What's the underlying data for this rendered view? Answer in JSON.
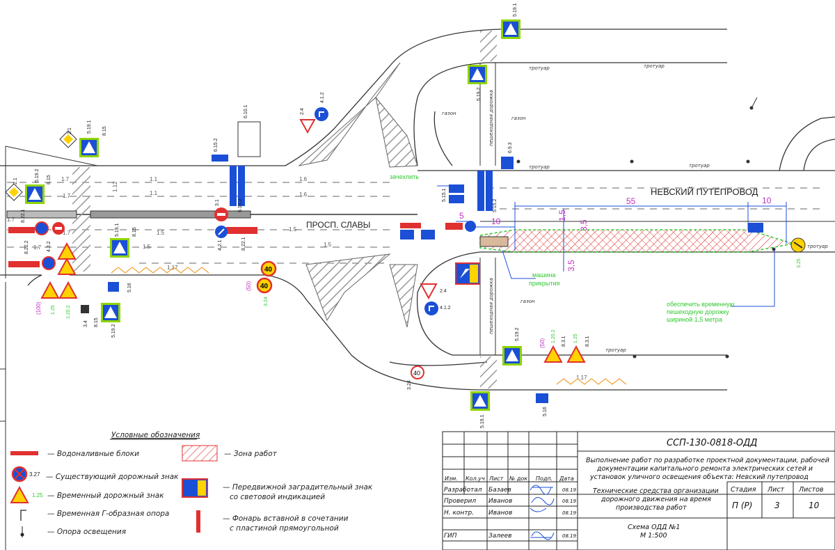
{
  "colors": {
    "accent_blue": "#1a4fd6",
    "sign_yellow": "#ffd200",
    "sign_green": "#8fd400",
    "work_red": "#e03030",
    "magenta": "#c030c0",
    "green_note": "#32c832"
  },
  "streets": {
    "nevsky": "НЕВСКИЙ  ПУТЕПРОВОД",
    "slavy": "ПРОСП. СЛАВЫ"
  },
  "areas": {
    "trotuar": "тротуар",
    "gazon": "газон",
    "ped_path": "пешеходная дорожка"
  },
  "lane_marks": [
    "1.7",
    "1.12",
    "1.1",
    "1.6",
    "1.5",
    "1.17",
    "1.7",
    "1.7"
  ],
  "dims": {
    "d55": "55",
    "d10a": "10",
    "d10b": "10",
    "d5": "5",
    "d1_5": "1,5",
    "d3_5a": "3,5",
    "d3_5b": "3,5"
  },
  "annotations": {
    "zachezhit": "зачехлить",
    "machine_l1": "машина",
    "machine_l2": "прикрытия",
    "path_l1": "обеспечить временную",
    "path_l2": "пешеходную дорожку",
    "path_l3": "шириной 1,5 метра"
  },
  "sign_labels": {
    "s_2_1": "2.1",
    "s_5_19_1": "5.19.1",
    "s_5_19_2": "5.19.2",
    "s_8_15": "8.15",
    "s_8_22_1": "8.22.1",
    "s_8_22_2": "8.22.2",
    "s_4_2_2": "4.2.2",
    "s_4_2_1": "4.2.1",
    "s_3_1": "3.1",
    "s_6_15_2": "6.15.2",
    "s_6_10_1": "6.10.1",
    "s_5_16": "5.16",
    "s_3_24": "3.24",
    "s_3_4": "3.4",
    "s_1_25": "1.25",
    "s_1_20_2": "1.20.2",
    "s_3_25": "3.25",
    "s_6_9_3": "6.9.3",
    "s_4_1_2": "4.1.2",
    "s_2_4": "2.4",
    "s_5_15_2": "5.15.2",
    "s_5_15_1": "5.15.1",
    "s_8_3_1": "8.3.1",
    "v40": "40",
    "v50": "(50)",
    "v100": "(100)"
  },
  "legend": {
    "title": "Условные обозначения",
    "items": [
      {
        "text": "— Водоналивные блоки"
      },
      {
        "code": "3.27",
        "text": "— Существующий дорожный знак"
      },
      {
        "code": "1.25",
        "text": "— Временный дорожный знак"
      },
      {
        "text": "— Временная Г-образная опора"
      },
      {
        "text": "— Опора освещения"
      },
      {
        "text": "— Зона работ"
      },
      {
        "text": "— Передвижной заградительный знак",
        "text2": "со световой индикацией"
      },
      {
        "text": "— Фонарь вставной в сочетании",
        "text2": "с пластиной прямоугольной"
      }
    ]
  },
  "title_block": {
    "code": "ССП-130-0818-ОДД",
    "desc1": "Выполнение работ по разработке проектной документации, рабочей",
    "desc2": "документации капитального ремонта электрических сетей и",
    "desc3": "установок уличного освещения объекта: Невский путепровод",
    "headers": [
      "Изм.",
      "Кол.уч",
      "Лист",
      "№ док",
      "Подп.",
      "Дата"
    ],
    "rows": [
      {
        "role": "Разработал",
        "name": "Базаев",
        "date": "08.19"
      },
      {
        "role": "Проверил",
        "name": "Иванов",
        "date": "08.19"
      },
      {
        "role": "Н. контр.",
        "name": "Иванов",
        "date": "08.19"
      },
      {
        "role": "ГИП",
        "name": "Залеев",
        "date": "08.19"
      }
    ],
    "work1": "Технические средства организации",
    "work2": "дорожного движения на время",
    "work3": "производства работ",
    "stage_h": "Стадия",
    "sheet_h": "Лист",
    "sheets_h": "Листов",
    "stage": "П (Р)",
    "sheet": "3",
    "sheets": "10",
    "scheme1": "Схема ОДД №1",
    "scheme2": "М 1:500"
  }
}
